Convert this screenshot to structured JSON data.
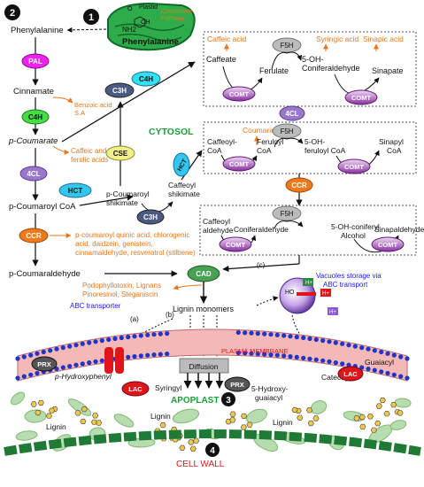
{
  "markers": {
    "n1": "1",
    "n2": "2",
    "n3": "3",
    "n4": "4"
  },
  "plastid": {
    "name": "Plastid",
    "pathway_line1": "Chorismate",
    "pathway_line2": "Pathway",
    "mol_o": "O",
    "mol_oh": "OH",
    "mol_nh2": "NH2",
    "compound": "Phenylalanine"
  },
  "left_column": {
    "phenylalanine": "Phenylalanine",
    "pal": "PAL",
    "cinnamate": "Cinnamate",
    "c4h": "C4H",
    "benzoic_line1": "Benzoic acid",
    "benzoic_line2": "S.A",
    "p_coumarate": "p-Coumarate",
    "caffeic_line1": "Caffeic and",
    "caffeic_line2": "ferulic acids",
    "fourcl": "4CL",
    "hct": "HCT",
    "p_coumaroyl_coa": "p-Coumaroyl CoA",
    "ccr": "CCR",
    "flavonoids_line1": "p-coumaroyl quinic acid, chlorogenic",
    "flavonoids_line2": "acid, daidzein, genistein,",
    "flavonoids_line3": "cinnamaldehyde, resveratrol (stilbene)",
    "p_coumaraldehyde": "p-Coumaraldehyde"
  },
  "middle": {
    "c3h_top": "C3H",
    "c4h_top": "C4H",
    "cse": "CSE",
    "shikimate_line1": "p-Coumaroyl",
    "shikimate_line2": "shikimate",
    "c3h_bottom": "C3H",
    "hct": "HCT",
    "caffeoyl_shik_line1": "Caffeoyl",
    "caffeoyl_shik_line2": "shikimate",
    "cytosol": "CYTOSOL"
  },
  "box1": {
    "caffeic_acid": "Caffeic acid",
    "syringic_acid": "Syringic acid",
    "sinapic_acid": "Sinapic acid",
    "f5h": "F5H",
    "caffeate": "Caffeate",
    "ferulate": "Ferulate",
    "oh_conif_line1": "5-OH-",
    "oh_conif_line2": "Coniferaldehyde",
    "sinapate": "Sinapate",
    "comt": "COMT"
  },
  "fourcl_mid": "4CL",
  "box2": {
    "coumarins": "Coumarins",
    "f5h": "F5H",
    "caffeoyl_coa_line1": "Caffeoyl-",
    "caffeoyl_coa_line2": "CoA",
    "feruloyl_coa_line1": "Feruloyl",
    "feruloyl_coa_line2": "CoA",
    "oh_feruloyl_line1": "5-OH-",
    "oh_feruloyl_line2": "feruloyl CoA",
    "sinapyl_coa_line1": "Sinapyl",
    "sinapyl_coa_line2": "CoA",
    "comt": "COMT"
  },
  "ccr_mid": "CCR",
  "box3": {
    "f5h": "F5H",
    "caffeoyl_ald_line1": "Caffeoyl",
    "caffeoyl_ald_line2": "aldehyde",
    "coniferaldehyde": "Coniferaldehyde",
    "oh_conif_line1": "5-OH-coniferyl",
    "oh_conif_line2": "Alcohol",
    "sinapaldehyde": "Sinapaldehyde",
    "comt": "COMT"
  },
  "lower": {
    "cad": "CAD",
    "podophyllotoxin_line1": "Podophyllotoxin, Lignans",
    "podophyllotoxin_line2": "Pinoresinol, Steganiscin",
    "lignin_monomers": "Lignin monomers",
    "abc_transporter": "ABC transporter",
    "label_a": "(a)",
    "label_b": "(b)",
    "label_c": "(c)",
    "vacuole_line1": "Vacuoles storage via",
    "vacuole_line2": "ABC transport",
    "h_plus": "H+",
    "vac_ho": "HO"
  },
  "membrane": {
    "plasma_membrane": "PLASMA MEMBRANE",
    "diffusion": "Diffusion",
    "prx": "PRX",
    "lac": "LAC",
    "p_hydroxyphenyl": "p-Hydroxyphenyl",
    "syringyl": "Syringyl",
    "hydroxy_guaiacyl_line1": "5-Hydroxy-",
    "hydroxy_guaiacyl_line2": "guaiacyl",
    "catechyl": "Catechyl",
    "guaiacyl": "Guaiacyl",
    "apoplast": "APOPLAST"
  },
  "wall": {
    "lignin": "Lignin",
    "cell_wall": "CELL WALL"
  },
  "colors": {
    "orange": "#e8761b",
    "red": "#e0151b",
    "green": "#1f9e38",
    "blue": "#1a1aff",
    "comt": "#8a2fa0",
    "pal": "#ee22ee",
    "c4h": "#44dd44",
    "fourcl": "#9977cc",
    "hct": "#33c6ee",
    "ccr": "#f07a1a",
    "cad": "#4aa055",
    "c3h": "#4a5a80",
    "cse": "#f1f08a",
    "f5h": "#bbbbbb",
    "membrane": "#f4b8b6",
    "wall": "#1f7a35",
    "lipid": "#1f36c8"
  }
}
